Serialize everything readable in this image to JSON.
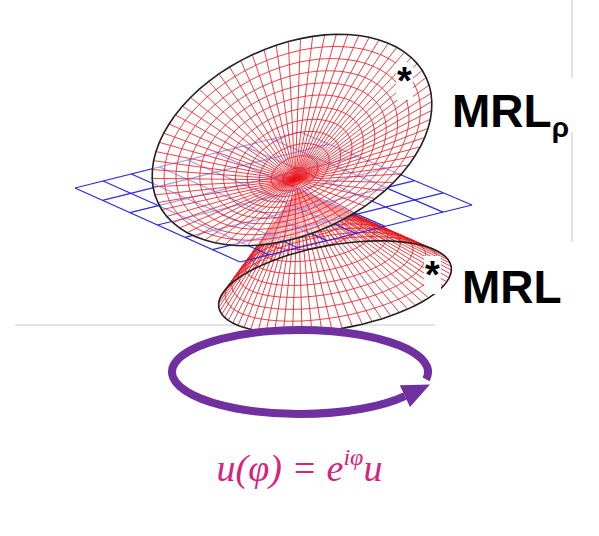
{
  "diagram": {
    "labels": [
      "*",
      "MRL",
      "ρ",
      "*",
      "MRL",
      "u(φ) = e",
      "iφ",
      "u"
    ]
  }
}
